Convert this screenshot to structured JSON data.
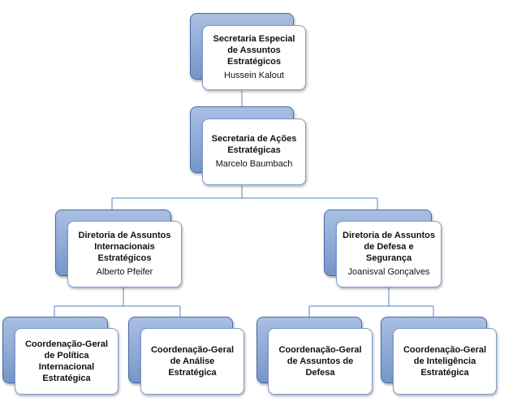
{
  "nodes": {
    "secretaria_especial": {
      "title": "Secretaria Especial de  Assuntos Estratégicos",
      "person": "Hussein Kalout"
    },
    "secretaria_acoes": {
      "title": "Secretaria de Ações Estratégicas",
      "person": "Marcelo Baumbach"
    },
    "diretoria_internacionais": {
      "title": "Diretoria de Assuntos Internacionais Estratégicos",
      "person": "Alberto  Pfeifer"
    },
    "diretoria_defesa": {
      "title": "Diretoria de Assuntos de Defesa e Segurança",
      "person": "Joanisval Gonçalves"
    },
    "coord_politica": {
      "title": "Coordenação-Geral de Política Internacional Estratégica"
    },
    "coord_analise": {
      "title": "Coordenação-Geral de Análise Estratégica"
    },
    "coord_defesa": {
      "title": "Coordenação-Geral de Assuntos de Defesa"
    },
    "coord_inteligencia": {
      "title": "Coordenação-Geral de Inteligência Estratégica"
    }
  },
  "colors": {
    "box_fill": "#8fa9d6",
    "box_border": "#4a6aa5",
    "connector": "#5b80c2"
  }
}
